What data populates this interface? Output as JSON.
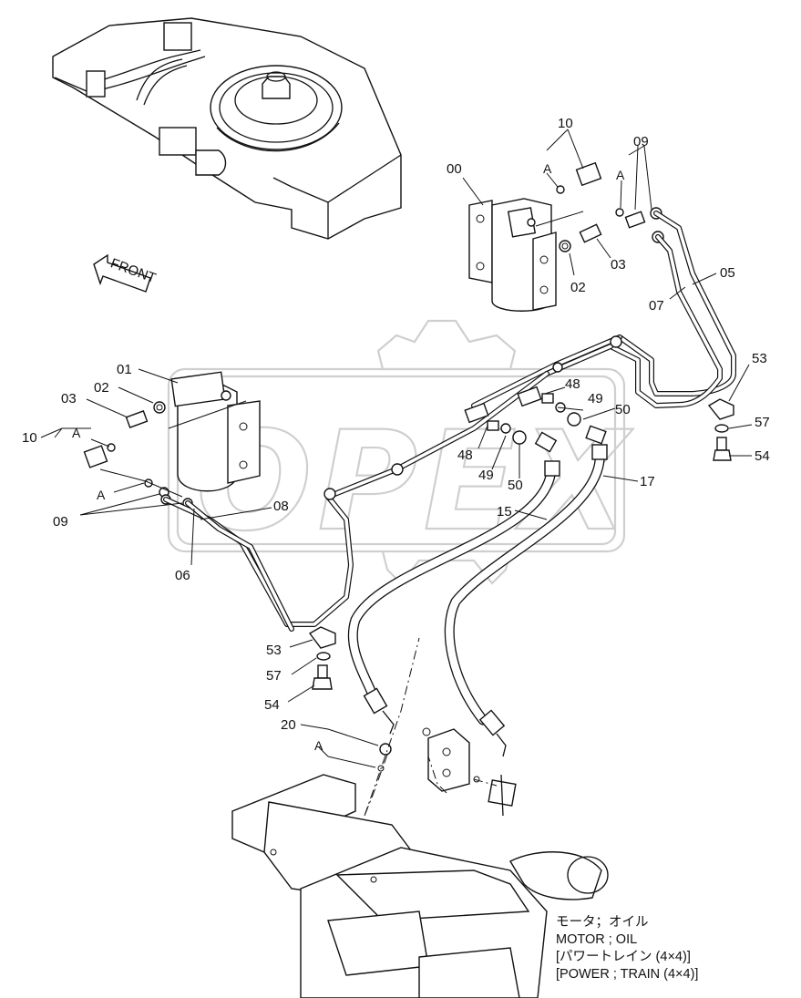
{
  "callouts": {
    "c00": "00",
    "c01": "01",
    "c02a": "02",
    "c02b": "02",
    "c03a": "03",
    "c03b": "03",
    "c05": "05",
    "c06": "06",
    "c07": "07",
    "c08": "08",
    "c09a": "09",
    "c09b": "09",
    "c10a": "10",
    "c10b": "10",
    "c15": "15",
    "c17": "17",
    "c20": "20",
    "c48a": "48",
    "c48b": "48",
    "c49a": "49",
    "c49b": "49",
    "c50a": "50",
    "c50b": "50",
    "c53a": "53",
    "c53b": "53",
    "c54a": "54",
    "c54b": "54",
    "c57a": "57",
    "c57b": "57",
    "a1": "A",
    "a2": "A",
    "a3": "A",
    "a4": "A",
    "a5": "A"
  },
  "front_arrow": "FRONT",
  "watermark": "OPEX",
  "note": {
    "line1": "モータ；オイル",
    "line2": "MOTOR ; OIL",
    "line3": "パワートレイン (4×4)",
    "line4": "POWER ; TRAIN (4×4)"
  }
}
